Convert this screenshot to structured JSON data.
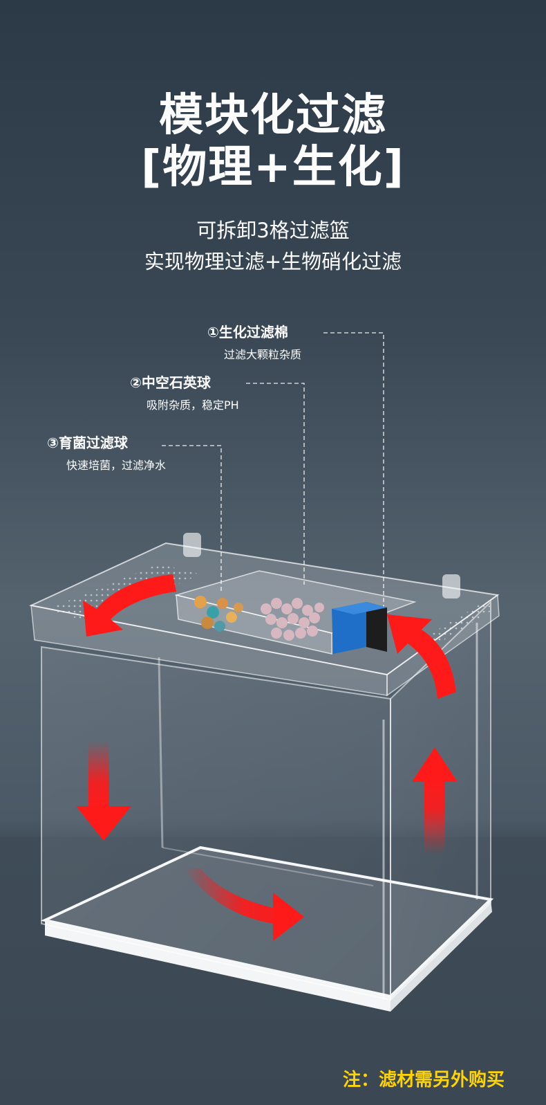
{
  "title": {
    "line1": "模块化过滤",
    "line2": "[物理+生化]"
  },
  "subtitle": {
    "line1": "可拆卸3格过滤篮",
    "line2": "实现物理过滤+生物硝化过滤"
  },
  "callouts": [
    {
      "head": "①生化过滤棉",
      "desc": "过滤大颗粒杂质"
    },
    {
      "head": "②中空石英球",
      "desc": "吸附杂质，稳定PH"
    },
    {
      "head": "③育菌过滤球",
      "desc": "快速培菌，过滤净水"
    }
  ],
  "note": "注：滤材需另外购买",
  "colors": {
    "background": "#2c3a47",
    "arrow": "#ff1a1a",
    "note": "#ffd400",
    "text": "#ffffff"
  }
}
